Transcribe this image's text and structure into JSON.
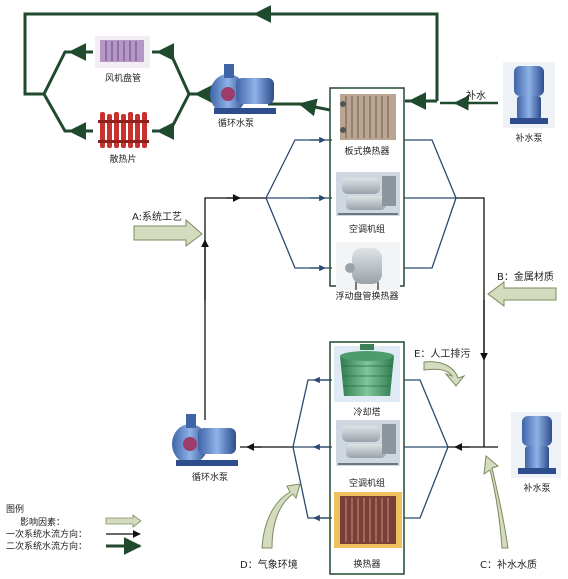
{
  "labels": {
    "fan_coil": "风机盘管",
    "radiator": "散热片",
    "pump_top": "循环水泵",
    "pump_bottom": "循环水泵",
    "plate_hx": "板式换热器",
    "chiller_top": "空调机组",
    "floating_hx": "浮动盘管换热器",
    "cooling_tower": "冷却塔",
    "chiller_bottom": "空调机组",
    "hx_bottom": "换热器",
    "makeup_pump_top": "补水泵",
    "makeup_pump_bottom": "补水泵",
    "makeup_water": "补水"
  },
  "factors": {
    "A": "A:系统工艺",
    "B": "B：金属材质",
    "C": "C：补水水质",
    "D": "D：气象环境",
    "E": "E：人工排污"
  },
  "legend": {
    "title": "图例",
    "factor": "影响因素：",
    "primary": "一次系统水流方向：",
    "secondary": "二次系统水流方向："
  },
  "colors": {
    "primary_line": "#111111",
    "secondary_line": "#1f4a2e",
    "branch_line": "#2b4a72",
    "factor_arrow_fill": "#d4dcc0",
    "factor_arrow_stroke": "#7c8a5e"
  }
}
